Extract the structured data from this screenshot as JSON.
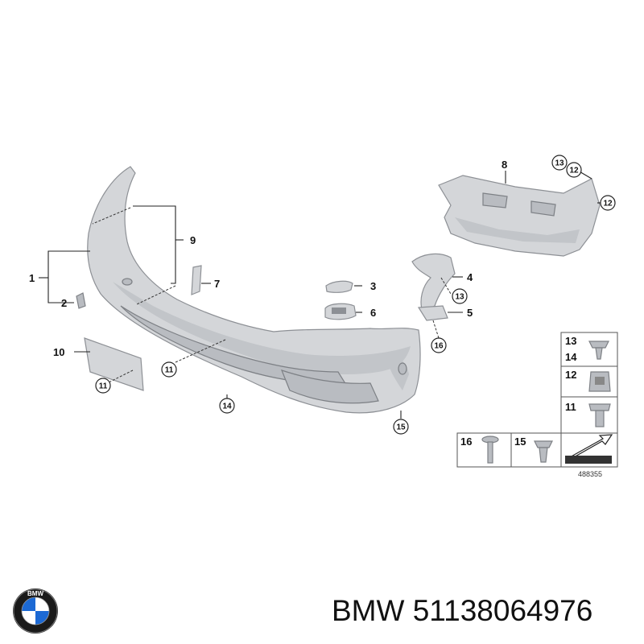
{
  "brand": "BMW",
  "part_number": "51138064976",
  "diagram_ref": "488355",
  "logo_text": "BMW",
  "callouts": {
    "c1": "1",
    "c2": "2",
    "c3": "3",
    "c4": "4",
    "c5": "5",
    "c6": "6",
    "c7": "7",
    "c8": "8",
    "c9": "9",
    "c10": "10",
    "c11a": "11",
    "c11b": "11",
    "c12a": "12",
    "c12b": "12",
    "c13a": "13",
    "c13b": "13",
    "c14": "14",
    "c15": "15",
    "c16": "16"
  },
  "fasteners": {
    "r13": "13",
    "r14": "14",
    "r12": "12",
    "r11": "11",
    "r16": "16",
    "r15": "15"
  }
}
